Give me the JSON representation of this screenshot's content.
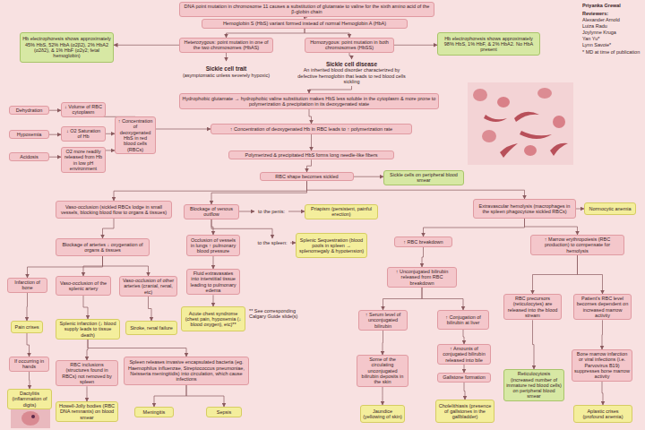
{
  "diagram": {
    "nodes": [
      {
        "text": [
          "DNA point mutation in chromosome 11 causes a substitution of glutamate to valine for the sixth amino acid of the β-globin chain"
        ]
      },
      {
        "text": [
          "Hemoglobin S (HbS) variant formed instead of normal Hemoglobin A (HbA)"
        ]
      },
      {
        "text": [
          "Hb electrophoresis shows approximately 45% HbS, 52% HbA (α2β2), 2% HbA2 (α2δ2), & 1% HbF (α2γ2; fetal hemoglobin)"
        ]
      },
      {
        "text": [
          "Heterozygous: point mutation in one of the two chromosomes (HbAS)"
        ]
      },
      {
        "text": [
          "Homozygous: point mutation in both chromosomes (HbSS)"
        ]
      },
      {
        "text": [
          "Hb electrophoresis shows approximately 98% HbS, 1% HbF, & 2% HbA2. No HbA present"
        ]
      },
      {
        "text": [
          "Sickle cell trait",
          "(asymptomatic unless severely hypoxic)"
        ]
      },
      {
        "text": [
          "Sickle cell disease",
          "An inherited blood disorder characterized by defective hemoglobin that leads to red blood cells sickling"
        ]
      },
      {
        "text": [
          "Dehydration"
        ]
      },
      {
        "text": [
          "↓ Volume of RBC cytoplasm"
        ]
      },
      {
        "text": [
          "Hypoxemia"
        ]
      },
      {
        "text": [
          "↓ O2 Saturation of Hb"
        ]
      },
      {
        "text": [
          "Acidosis"
        ]
      },
      {
        "text": [
          "O2 more readily released from Hb in low pH environment"
        ]
      },
      {
        "text": [
          "↑ Concentration of deoxygenated HbS in red blood cells (RBCs)"
        ]
      },
      {
        "text": [
          "Hydrophobic glutamate → hydrophobic valine substitution makes HbS less soluble in the cytoplasm & more prone to polymerization & precipitation in its deoxygenated state"
        ]
      },
      {
        "text": [
          "↑ Concentration of deoxygenated Hb in RBC leads to ↑ polymerization rate"
        ]
      },
      {
        "text": [
          "Polymerized & precipitated HbS forms long needle-like fibers"
        ]
      },
      {
        "text": [
          "RBC shape becomes sickled"
        ]
      },
      {
        "text": [
          "Sickle cells on peripheral blood smear"
        ]
      },
      {
        "text": [
          "Vaso-occlusion (sickled RBCs lodge in small vessels, blocking blood flow to organs & tissues)"
        ]
      },
      {
        "text": [
          "Blockage of venous outflow"
        ]
      },
      {
        "text": [
          "to the penis:"
        ]
      },
      {
        "text": [
          "Priapism (persistent, painful erection)"
        ]
      },
      {
        "text": [
          "Extravascular hemolysis (macrophages in the spleen phagocytose sickled RBCs)"
        ]
      },
      {
        "text": [
          "Normocytic anemia"
        ]
      },
      {
        "text": [
          "Blockage of arteries ↓ oxygenation of organs & tissues"
        ]
      },
      {
        "text": [
          "Occlusion of vessels in lungs ↑ pulmonary blood pressure"
        ]
      },
      {
        "text": [
          "to the spleen:"
        ]
      },
      {
        "text": [
          "Splenic Sequestration (blood pools in spleen → splenomegaly & hypotension)"
        ]
      },
      {
        "text": [
          "↑ RBC breakdown"
        ]
      },
      {
        "text": [
          "↑ Marrow erythropoiesis (RBC production) to compensate for hemolysis"
        ]
      },
      {
        "text": [
          "Infarction of bone"
        ]
      },
      {
        "text": [
          "Vaso-occlusion of the splenic artery"
        ]
      },
      {
        "text": [
          "Vaso-occlusion of other arteries (cranial, renal, etc)"
        ]
      },
      {
        "text": [
          "Fluid extravasates into interstitial tissue leading to pulmonary edema"
        ]
      },
      {
        "text": [
          "↑ Unconjugated bilirubin released from RBC breakdown"
        ]
      },
      {
        "text": [
          "Pain crises"
        ]
      },
      {
        "text": [
          "Splenic infarction (↓ blood supply leads to tissue death)"
        ]
      },
      {
        "text": [
          "Stroke, renal failure"
        ]
      },
      {
        "text": [
          "Acute chest syndrome (chest pain, hypoxemia (↓ blood oxygen), etc)**"
        ]
      },
      {
        "text": [
          "↑ Serum level of unconjugated bilirubin"
        ]
      },
      {
        "text": [
          "↑ Conjugation of bilirubin at liver"
        ]
      },
      {
        "text": [
          "RBC precursors (reticulocytes) are released into the blood stream"
        ]
      },
      {
        "text": [
          "Patient's RBC level becomes dependent on increased marrow activity"
        ]
      },
      {
        "text": [
          "If occurring in hands"
        ]
      },
      {
        "text": [
          "RBC inclusions (structures found in RBCs) not removed by spleen"
        ]
      },
      {
        "text": [
          "Spleen releases invasive encapsulated bacteria (eg. Haemophilus influenzae, Streptococcus pneumoniae, Neisseria meningitidis) into circulation, which cause infections"
        ]
      },
      {
        "text": [
          "Some of the circulating unconjugated bilirubin deposits in the skin"
        ]
      },
      {
        "text": [
          "↑ Amounts of conjugated bilirubin released into bile"
        ]
      },
      {
        "text": [
          "Gallstone formation"
        ]
      },
      {
        "text": [
          "Bone marrow infarction or viral infections (i.e. Parvovirus B19) suppresses bone marrow activity"
        ]
      },
      {
        "text": [
          "Dactylitis (inflammation of digits)"
        ]
      },
      {
        "text": [
          "Howell-Jolly bodies (RBC DNA remnants) on blood smear"
        ]
      },
      {
        "text": [
          "Meningitis"
        ]
      },
      {
        "text": [
          "Sepsis"
        ]
      },
      {
        "text": [
          "Jaundice (yellowing of skin)"
        ]
      },
      {
        "text": [
          "Cholelithiasis (presence of gallstones in the gallbladder)"
        ]
      },
      {
        "text": [
          "Reticulocytosis (increased number of immature red blood cells) on peripheral blood smear"
        ]
      },
      {
        "text": [
          "Aplastic crises (profound anemia)"
        ]
      }
    ],
    "edges": [
      {
        "from": 0,
        "to": 1,
        "arrow": "to"
      },
      {
        "from": 1,
        "to": 3,
        "arrow": "to"
      },
      {
        "from": 1,
        "to": 4,
        "arrow": "to"
      },
      {
        "from": 3,
        "to": 2,
        "arrow": "to"
      },
      {
        "from": 4,
        "to": 5,
        "arrow": "to"
      },
      {
        "from": 3,
        "to": 6,
        "arrow": "to"
      },
      {
        "from": 4,
        "to": 7,
        "arrow": "to"
      },
      {
        "from": 8,
        "to": 9,
        "arrow": "to"
      },
      {
        "from": 10,
        "to": 11,
        "arrow": "to"
      },
      {
        "from": 12,
        "to": 13,
        "arrow": "to"
      },
      {
        "from": 9,
        "to": 14,
        "arrow": "to"
      },
      {
        "from": 11,
        "to": 14,
        "arrow": "to"
      },
      {
        "from": 13,
        "to": 14,
        "arrow": "to"
      },
      {
        "from": 7,
        "to": 15,
        "arrow": "to"
      },
      {
        "from": 14,
        "to": 16,
        "arrow": "to"
      },
      {
        "from": 15,
        "to": 16,
        "arrow": "to"
      },
      {
        "from": 16,
        "to": 17,
        "arrow": "to"
      },
      {
        "from": 17,
        "to": 18,
        "arrow": "to"
      },
      {
        "from": 18,
        "to": 19,
        "arrow": "to"
      },
      {
        "from": 18,
        "to": 20,
        "arrow": "to"
      },
      {
        "from": 18,
        "to": 21,
        "arrow": "to"
      },
      {
        "from": 18,
        "to": 24,
        "arrow": "to"
      },
      {
        "from": 21,
        "to": 22,
        "arrow": "to"
      },
      {
        "from": 22,
        "to": 23,
        "arrow": "to"
      },
      {
        "from": 24,
        "to": 25,
        "arrow": "to"
      },
      {
        "from": 20,
        "to": 26,
        "arrow": "to"
      },
      {
        "from": 21,
        "to": 27,
        "arrow": "to"
      },
      {
        "from": 21,
        "to": 28,
        "arrow": "to"
      },
      {
        "from": 28,
        "to": 29,
        "arrow": "to"
      },
      {
        "from": 24,
        "to": 30,
        "arrow": "to"
      },
      {
        "from": 24,
        "to": 31,
        "arrow": "to"
      },
      {
        "from": 26,
        "to": 32,
        "arrow": "to"
      },
      {
        "from": 26,
        "to": 33,
        "arrow": "to"
      },
      {
        "from": 26,
        "to": 34,
        "arrow": "to"
      },
      {
        "from": 27,
        "to": 35,
        "arrow": "to"
      },
      {
        "from": 30,
        "to": 36,
        "arrow": "to"
      },
      {
        "from": 32,
        "to": 37,
        "arrow": "to"
      },
      {
        "from": 33,
        "to": 38,
        "arrow": "to"
      },
      {
        "from": 34,
        "to": 39,
        "arrow": "to"
      },
      {
        "from": 35,
        "to": 40,
        "arrow": "to"
      },
      {
        "from": 36,
        "to": 41,
        "arrow": "to"
      },
      {
        "from": 36,
        "to": 42,
        "arrow": "to"
      },
      {
        "from": 31,
        "to": 43,
        "arrow": "to"
      },
      {
        "from": 31,
        "to": 44,
        "arrow": "to"
      },
      {
        "from": 37,
        "to": 45,
        "arrow": "to"
      },
      {
        "from": 38,
        "to": 46,
        "arrow": "to"
      },
      {
        "from": 38,
        "to": 47,
        "arrow": "to"
      },
      {
        "from": 41,
        "to": 48,
        "arrow": "to"
      },
      {
        "from": 42,
        "to": 49,
        "arrow": "to"
      },
      {
        "from": 49,
        "to": 50,
        "arrow": "to"
      },
      {
        "from": 44,
        "to": 51,
        "arrow": "to"
      },
      {
        "from": 45,
        "to": 52,
        "arrow": "to"
      },
      {
        "from": 46,
        "to": 53,
        "arrow": "to"
      },
      {
        "from": 47,
        "to": 54,
        "arrow": "to"
      },
      {
        "from": 47,
        "to": 55,
        "arrow": "to"
      },
      {
        "from": 48,
        "to": 56,
        "arrow": "to"
      },
      {
        "from": 50,
        "to": 57,
        "arrow": "to"
      },
      {
        "from": 43,
        "to": 58,
        "arrow": "to"
      },
      {
        "from": 51,
        "to": 59,
        "arrow": "to"
      }
    ],
    "labels": [
      "Priyanka Grewal",
      "Reviewers:",
      "Alexander Arnold",
      "Luiza Radu",
      "Joylynne Kruga",
      "Yan Yu*",
      "Lynn Savoie*",
      "* MD at time of publication",
      "** See corresponding Calgary Guide slide(s)"
    ]
  }
}
